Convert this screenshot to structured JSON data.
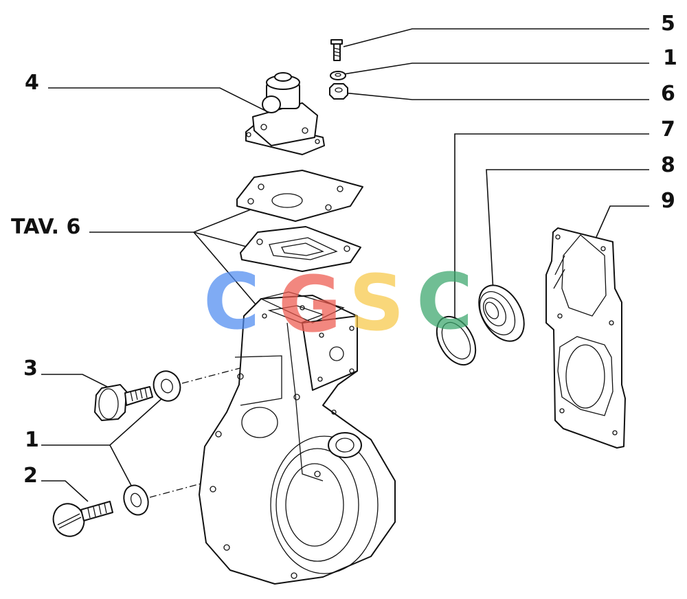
{
  "callouts": [
    {
      "id": "c5",
      "text": "5"
    },
    {
      "id": "c1a",
      "text": "1"
    },
    {
      "id": "c6",
      "text": "6"
    },
    {
      "id": "c7",
      "text": "7"
    },
    {
      "id": "c8",
      "text": "8"
    },
    {
      "id": "c9",
      "text": "9"
    },
    {
      "id": "c4",
      "text": "4"
    },
    {
      "id": "ctav",
      "text": "TAV. 6"
    },
    {
      "id": "c3",
      "text": "3"
    },
    {
      "id": "c1b",
      "text": "1"
    },
    {
      "id": "c2",
      "text": "2"
    }
  ],
  "watermark": {
    "letters": [
      "C",
      "G",
      "S",
      "C"
    ],
    "colors": [
      "#4f8bf0",
      "#ee5a4e",
      "#f7c948",
      "#3aa66b"
    ]
  }
}
